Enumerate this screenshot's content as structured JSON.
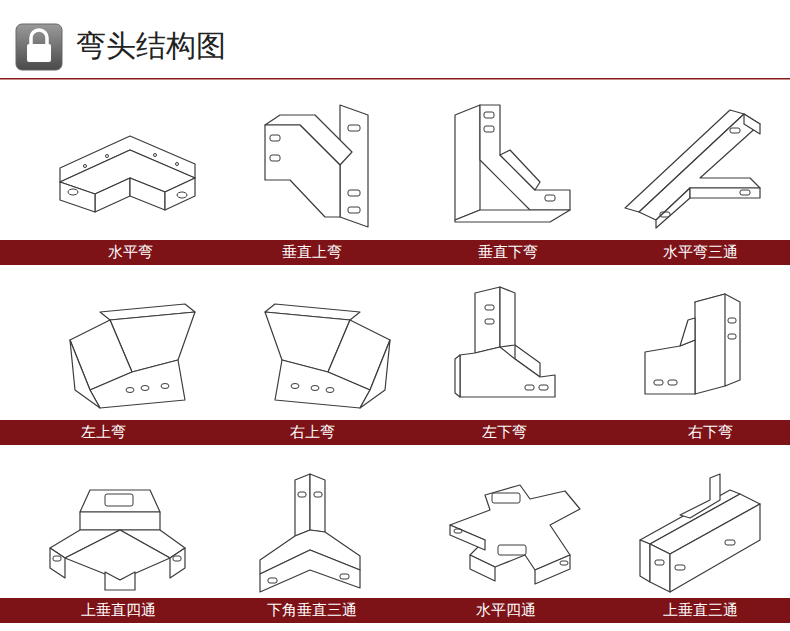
{
  "diagram": {
    "title": "弯头结构图",
    "nodes": [
      {
        "text": [
          "水平弯",
          "垂直上弯",
          "垂直下弯",
          "水平弯三通"
        ]
      },
      {
        "text": [
          "左上弯",
          "右上弯",
          "左下弯",
          "右下弯"
        ]
      },
      {
        "text": [
          "上垂直四通",
          "下角垂直三通",
          "水平四通",
          "上垂直三通"
        ]
      }
    ]
  }
}
